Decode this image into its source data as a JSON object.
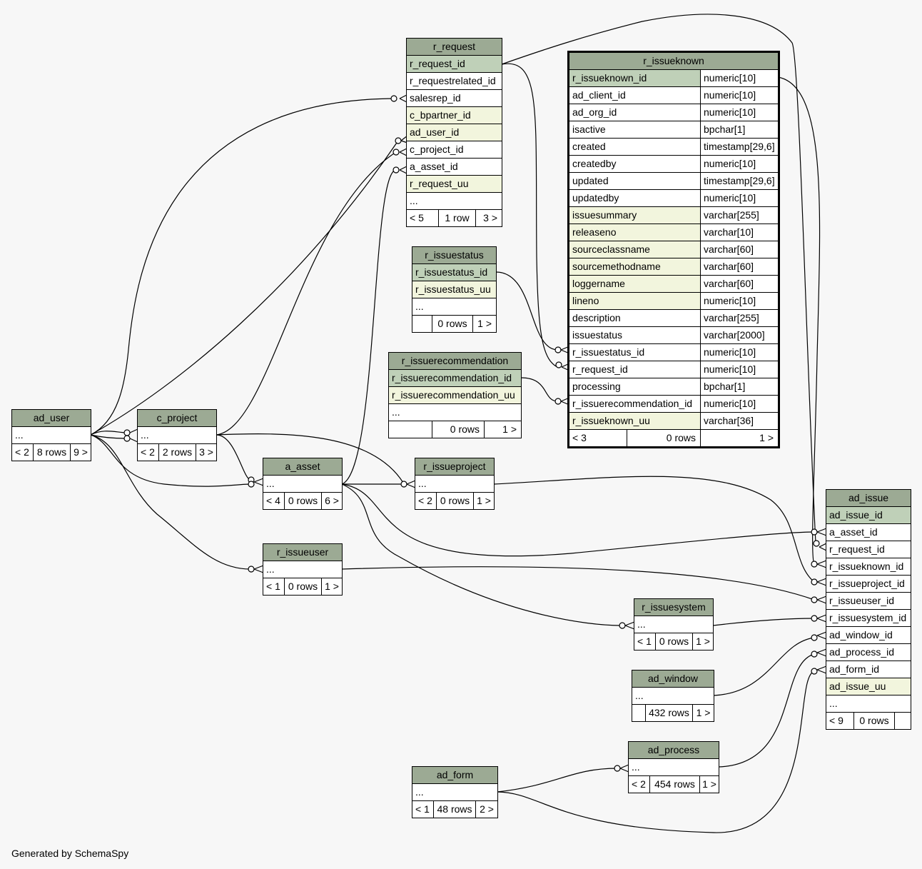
{
  "credit": "Generated by SchemaSpy",
  "colors": {
    "header": "#9caa94",
    "primary_key": "#bfd0b8",
    "indexed": "#f2f5dd",
    "background": "#f7f7f7"
  },
  "tables": {
    "r_request": {
      "title": "r_request",
      "columns": [
        "r_request_id",
        "r_requestrelated_id",
        "salesrep_id",
        "c_bpartner_id",
        "ad_user_id",
        "c_project_id",
        "a_asset_id",
        "r_request_uu",
        "..."
      ],
      "footer": [
        "< 5",
        "1 row",
        "3 >"
      ]
    },
    "r_issueknown": {
      "title": "r_issueknown",
      "columns": [
        {
          "name": "r_issueknown_id",
          "type": "numeric[10]"
        },
        {
          "name": "ad_client_id",
          "type": "numeric[10]"
        },
        {
          "name": "ad_org_id",
          "type": "numeric[10]"
        },
        {
          "name": "isactive",
          "type": "bpchar[1]"
        },
        {
          "name": "created",
          "type": "timestamp[29,6]"
        },
        {
          "name": "createdby",
          "type": "numeric[10]"
        },
        {
          "name": "updated",
          "type": "timestamp[29,6]"
        },
        {
          "name": "updatedby",
          "type": "numeric[10]"
        },
        {
          "name": "issuesummary",
          "type": "varchar[255]"
        },
        {
          "name": "releaseno",
          "type": "varchar[10]"
        },
        {
          "name": "sourceclassname",
          "type": "varchar[60]"
        },
        {
          "name": "sourcemethodname",
          "type": "varchar[60]"
        },
        {
          "name": "loggername",
          "type": "varchar[60]"
        },
        {
          "name": "lineno",
          "type": "numeric[10]"
        },
        {
          "name": "description",
          "type": "varchar[255]"
        },
        {
          "name": "issuestatus",
          "type": "varchar[2000]"
        },
        {
          "name": "r_issuestatus_id",
          "type": "numeric[10]"
        },
        {
          "name": "r_request_id",
          "type": "numeric[10]"
        },
        {
          "name": "processing",
          "type": "bpchar[1]"
        },
        {
          "name": "r_issuerecommendation_id",
          "type": "numeric[10]"
        },
        {
          "name": "r_issueknown_uu",
          "type": "varchar[36]"
        }
      ],
      "footer": [
        "< 3",
        "0 rows",
        "1 >"
      ]
    },
    "r_issuestatus": {
      "title": "r_issuestatus",
      "columns": [
        "r_issuestatus_id",
        "r_issuestatus_uu",
        "..."
      ],
      "footer": [
        "",
        "0 rows",
        "1 >"
      ]
    },
    "r_issuerecommendation": {
      "title": "r_issuerecommendation",
      "columns": [
        "r_issuerecommendation_id",
        "r_issuerecommendation_uu",
        "..."
      ],
      "footer": [
        "",
        "0 rows",
        "1 >"
      ]
    },
    "ad_user": {
      "title": "ad_user",
      "columns": [
        "..."
      ],
      "footer": [
        "< 2",
        "8 rows",
        "9 >"
      ]
    },
    "c_project": {
      "title": "c_project",
      "columns": [
        "..."
      ],
      "footer": [
        "< 2",
        "2 rows",
        "3 >"
      ]
    },
    "a_asset": {
      "title": "a_asset",
      "columns": [
        "..."
      ],
      "footer": [
        "< 4",
        "0 rows",
        "6 >"
      ]
    },
    "r_issueproject": {
      "title": "r_issueproject",
      "columns": [
        "..."
      ],
      "footer": [
        "< 2",
        "0 rows",
        "1 >"
      ]
    },
    "r_issueuser": {
      "title": "r_issueuser",
      "columns": [
        "..."
      ],
      "footer": [
        "< 1",
        "0 rows",
        "1 >"
      ]
    },
    "r_issuesystem": {
      "title": "r_issuesystem",
      "columns": [
        "..."
      ],
      "footer": [
        "< 1",
        "0 rows",
        "1 >"
      ]
    },
    "ad_window": {
      "title": "ad_window",
      "columns": [
        "..."
      ],
      "footer": [
        "",
        "432 rows",
        "1 >"
      ]
    },
    "ad_process": {
      "title": "ad_process",
      "columns": [
        "..."
      ],
      "footer": [
        "< 2",
        "454 rows",
        "1 >"
      ]
    },
    "ad_form": {
      "title": "ad_form",
      "columns": [
        "..."
      ],
      "footer": [
        "< 1",
        "48 rows",
        "2 >"
      ]
    },
    "ad_issue": {
      "title": "ad_issue",
      "columns": [
        "ad_issue_id",
        "a_asset_id",
        "r_request_id",
        "r_issueknown_id",
        "r_issueproject_id",
        "r_issueuser_id",
        "r_issuesystem_id",
        "ad_window_id",
        "ad_process_id",
        "ad_form_id",
        "ad_issue_uu",
        "..."
      ],
      "footer": [
        "< 9",
        "0 rows",
        ""
      ]
    }
  }
}
